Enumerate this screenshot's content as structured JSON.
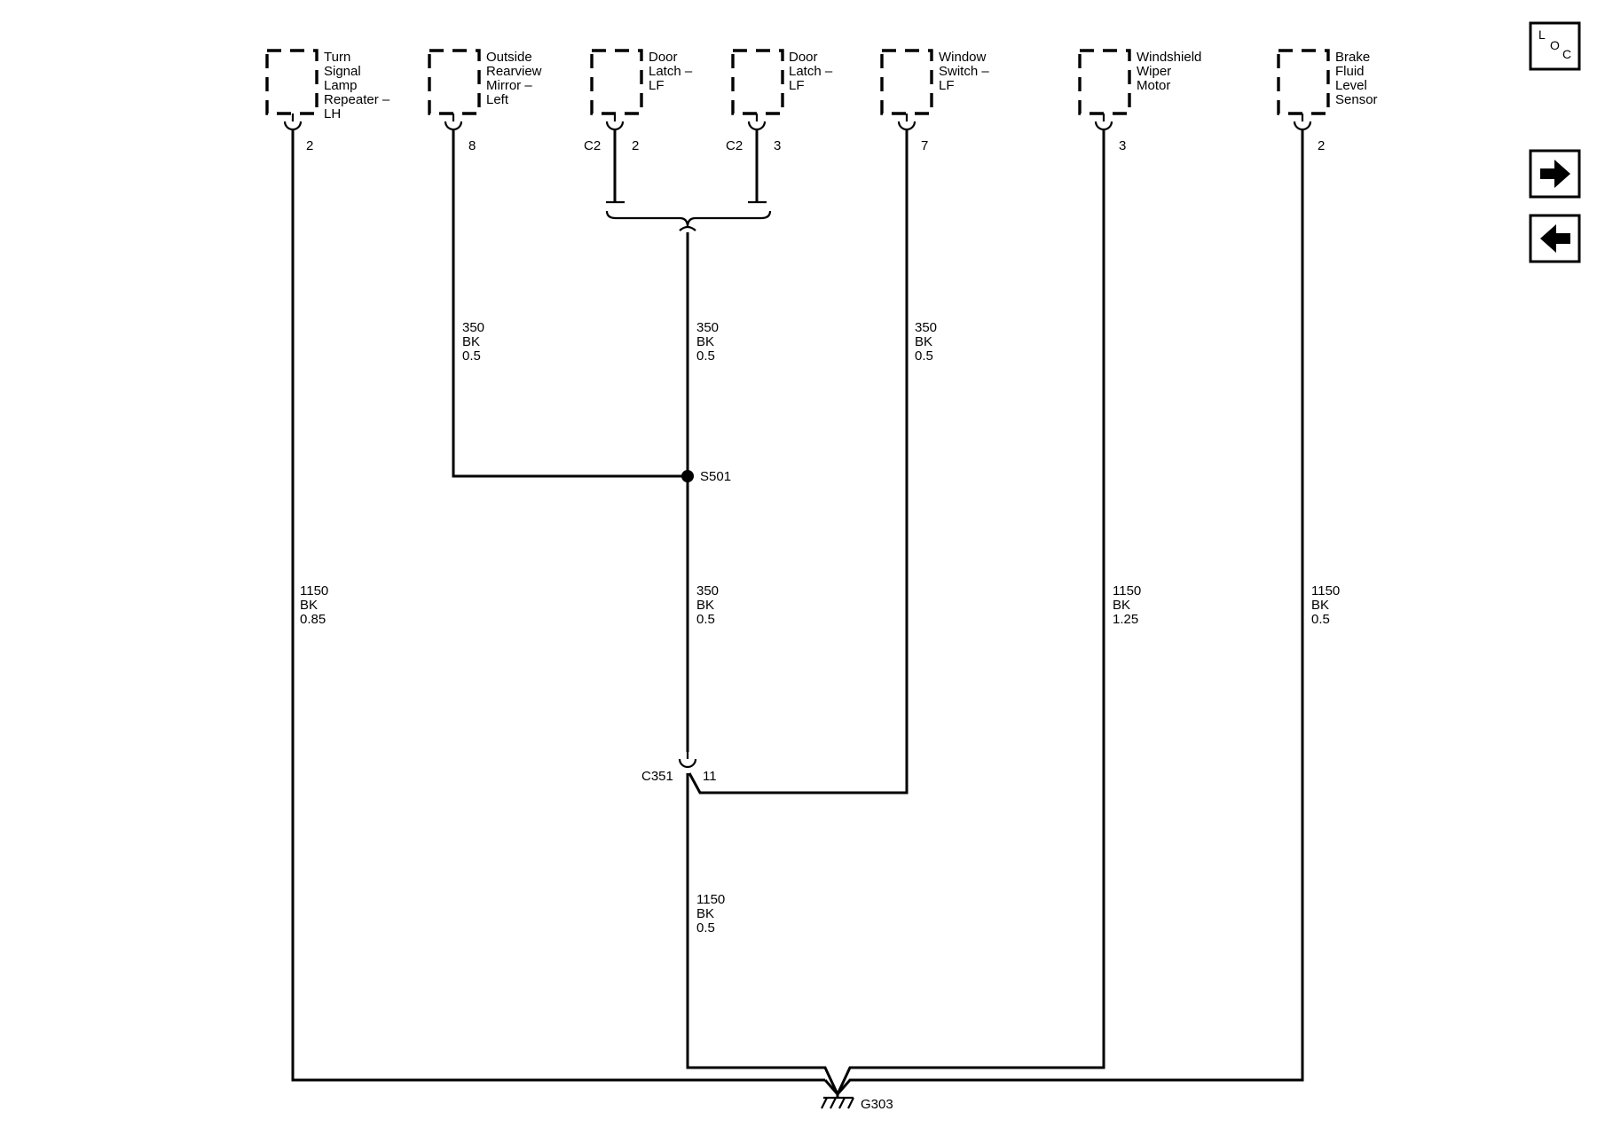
{
  "components": [
    {
      "name": "Turn Signal Lamp Repeater – LH",
      "label_lines": [
        "Turn",
        "Signal",
        "Lamp",
        "Repeater –",
        "LH"
      ],
      "pin": "2",
      "connector": ""
    },
    {
      "name": "Outside Rearview Mirror – Left",
      "label_lines": [
        "Outside",
        "Rearview",
        "Mirror –",
        "Left"
      ],
      "pin": "8",
      "connector": ""
    },
    {
      "name": "Door Latch – LF (C2 pin 2)",
      "label_lines": [
        "Door",
        "Latch –",
        "LF"
      ],
      "pin": "2",
      "connector": "C2"
    },
    {
      "name": "Door Latch – LF (C2 pin 3)",
      "label_lines": [
        "Door",
        "Latch –",
        "LF"
      ],
      "pin": "3",
      "connector": "C2"
    },
    {
      "name": "Window Switch – LF",
      "label_lines": [
        "Window",
        "Switch –",
        "LF"
      ],
      "pin": "7",
      "connector": ""
    },
    {
      "name": "Windshield Wiper Motor",
      "label_lines": [
        "Windshield",
        "Wiper",
        "Motor"
      ],
      "pin": "3",
      "connector": ""
    },
    {
      "name": "Brake Fluid Level Sensor",
      "label_lines": [
        "Brake",
        "Fluid",
        "Level",
        "Sensor"
      ],
      "pin": "2",
      "connector": ""
    }
  ],
  "wires": [
    {
      "id": "turn-signal",
      "circuit": "1150",
      "color": "BK",
      "gauge": "0.85"
    },
    {
      "id": "mirror",
      "circuit": "350",
      "color": "BK",
      "gauge": "0.5"
    },
    {
      "id": "door-latch-upper",
      "circuit": "350",
      "color": "BK",
      "gauge": "0.5"
    },
    {
      "id": "window-switch",
      "circuit": "350",
      "color": "BK",
      "gauge": "0.5"
    },
    {
      "id": "splice-to-connector",
      "circuit": "350",
      "color": "BK",
      "gauge": "0.5"
    },
    {
      "id": "wiper-motor",
      "circuit": "1150",
      "color": "BK",
      "gauge": "1.25"
    },
    {
      "id": "brake-sensor",
      "circuit": "1150",
      "color": "BK",
      "gauge": "0.5"
    },
    {
      "id": "connector-to-ground",
      "circuit": "1150",
      "color": "BK",
      "gauge": "0.5"
    }
  ],
  "splice": {
    "label": "S501"
  },
  "inline_connector": {
    "label": "C351",
    "pin": "11"
  },
  "ground": {
    "label": "G303"
  },
  "nav": {
    "loc_icon": "location-view-icon",
    "loc_letters": [
      "L",
      "O",
      "C"
    ],
    "next_icon": "arrow-right-icon",
    "prev_icon": "arrow-left-icon"
  }
}
